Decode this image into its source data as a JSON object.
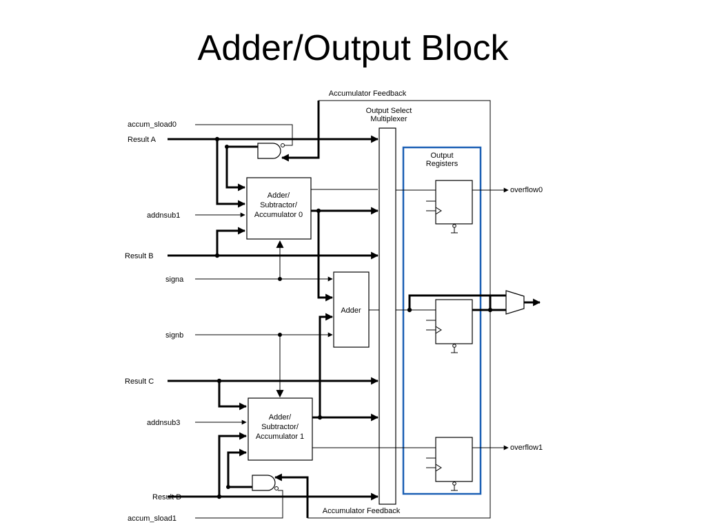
{
  "slide": {
    "title": "Adder/Output Block"
  },
  "diagram": {
    "accent_color": "#1a5fb4",
    "feedback_top": "Accumulator Feedback",
    "feedback_bottom": "Accumulator Feedback",
    "mux_label": [
      "Output Select",
      "Multiplexer"
    ],
    "registers_label": [
      "Output",
      "Registers"
    ],
    "asa0": [
      "Adder/",
      "Subtractor/",
      "Accumulator 0"
    ],
    "asa1": [
      "Adder/",
      "Subtractor/",
      "Accumulator 1"
    ],
    "adder": "Adder",
    "inputs": {
      "accum_sload0": "accum_sload0",
      "result_a": "Result A",
      "addnsub1": "addnsub1",
      "result_b": "Result B",
      "signa": "signa",
      "signb": "signb",
      "result_c": "Result C",
      "addnsub3": "addnsub3",
      "result_d": "Result D",
      "accum_sload1": "accum_sload1"
    },
    "outputs": {
      "overflow0": "overflow0",
      "overflow1": "overflow1"
    }
  }
}
